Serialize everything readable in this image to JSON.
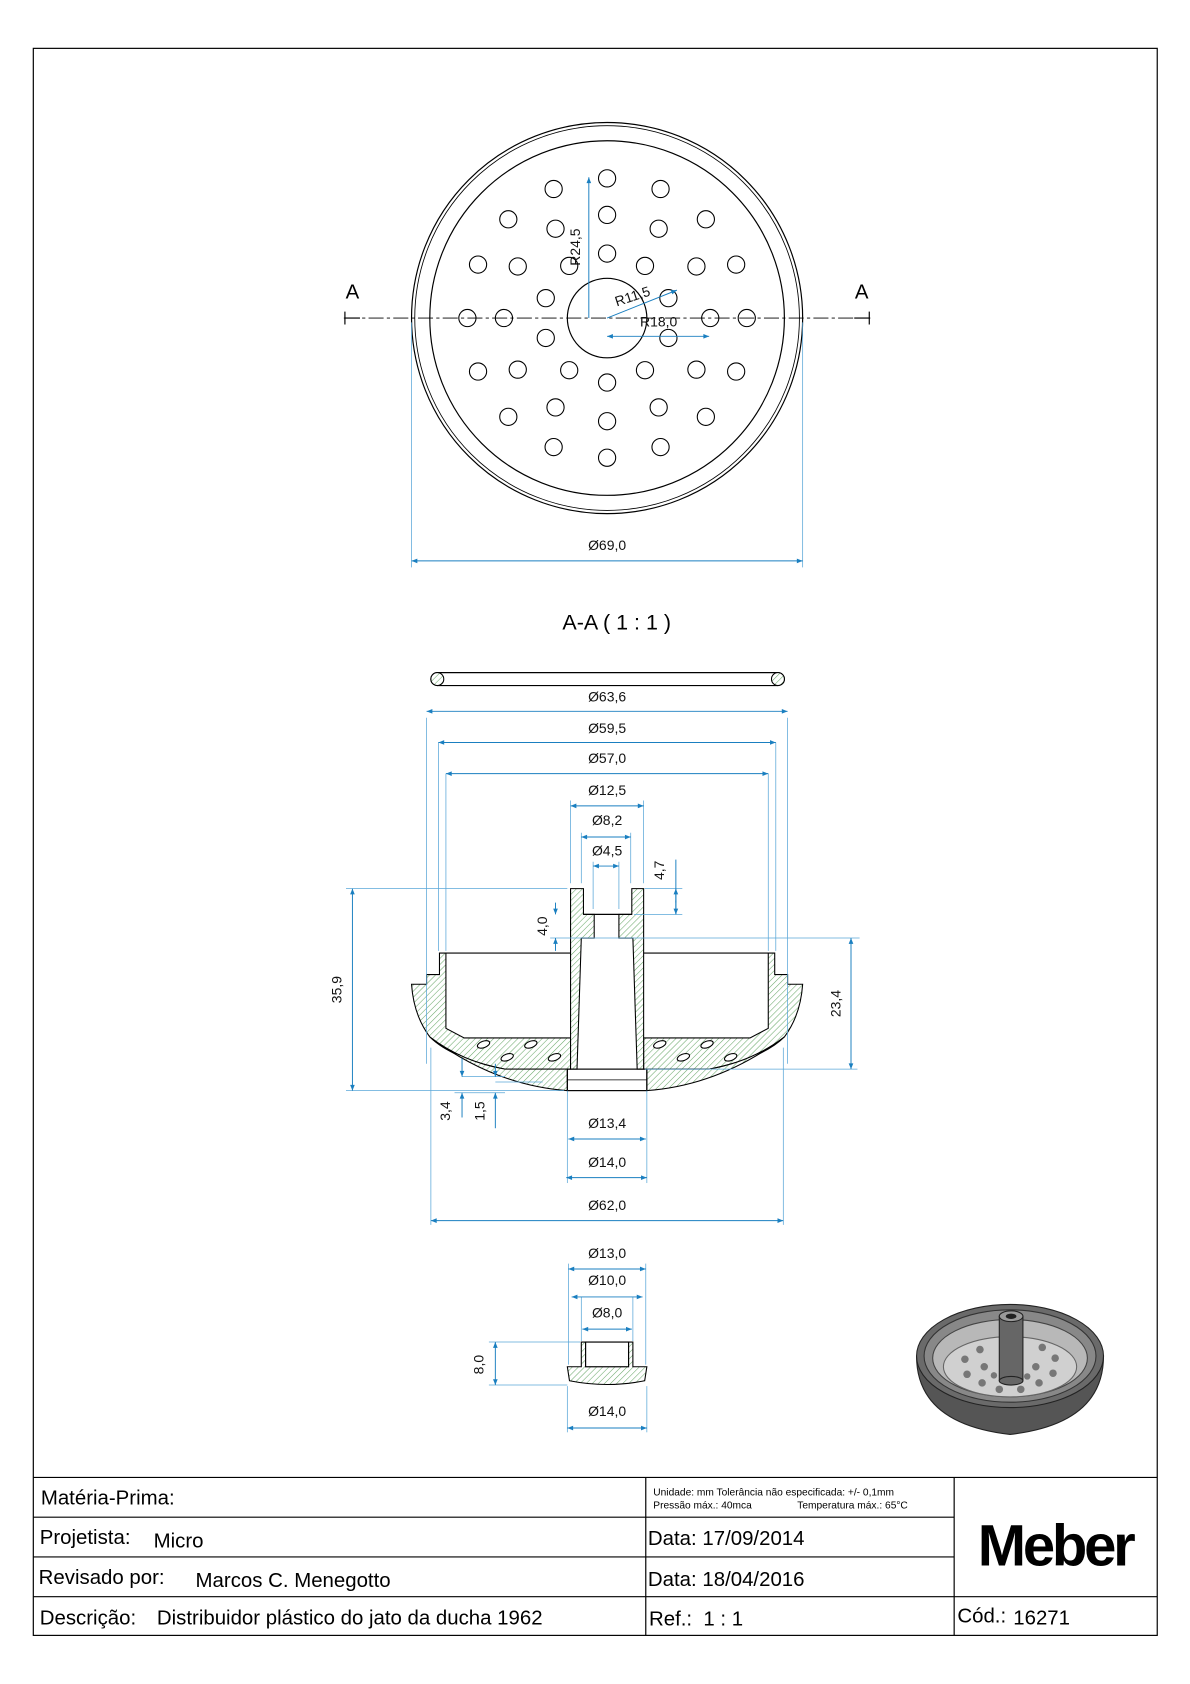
{
  "top_view": {
    "section_label_left": "A",
    "section_label_right": "A",
    "dim_r24_5": "R24,5",
    "dim_r11_5": "R11,5",
    "dim_r18_0": "R18,0",
    "dim_d69_0": "Ø69,0"
  },
  "section_view": {
    "title": "A-A ( 1 : 1 )",
    "dim_d63_6": "Ø63,6",
    "dim_d59_5": "Ø59,5",
    "dim_d57_0": "Ø57,0",
    "dim_d12_5": "Ø12,5",
    "dim_d8_2": "Ø8,2",
    "dim_d4_5": "Ø4,5",
    "dim_4_7": "4,7",
    "dim_4_0": "4,0",
    "dim_35_9": "35,9",
    "dim_23_4": "23,4",
    "dim_3_4": "3,4",
    "dim_1_5": "1,5",
    "dim_d13_4": "Ø13,4",
    "dim_d14_0": "Ø14,0",
    "dim_d62_0": "Ø62,0"
  },
  "insert_view": {
    "dim_d13_0": "Ø13,0",
    "dim_d10_0": "Ø10,0",
    "dim_d8_0": "Ø8,0",
    "dim_8_0": "8,0",
    "dim_d14_0": "Ø14,0"
  },
  "title_block": {
    "materia_prima_label": "Matéria-Prima:",
    "projetista_label": "Projetista:",
    "projetista_value": "Micro",
    "revisado_label": "Revisado por:",
    "revisado_value": "Marcos C. Menegotto",
    "descricao_label": "Descrição:",
    "descricao_value": "Distribuidor plástico do jato da ducha 1962",
    "notes_line1": "Unidade: mm Tolerância não especificada: +/- 0,1mm",
    "notes_line2_pressure": "Pressão máx.: 40mca",
    "notes_line2_temp": "Temperatura máx.: 65°C",
    "data1": "Data: 17/09/2014",
    "data2": "Data: 18/04/2016",
    "ref": "Ref.:  1 : 1",
    "logo": "Meber",
    "cod_label": "Cód.:",
    "cod_value": "16271"
  },
  "colors": {
    "dimension": "#1a7fc0",
    "hatch": "#6aa86a"
  }
}
